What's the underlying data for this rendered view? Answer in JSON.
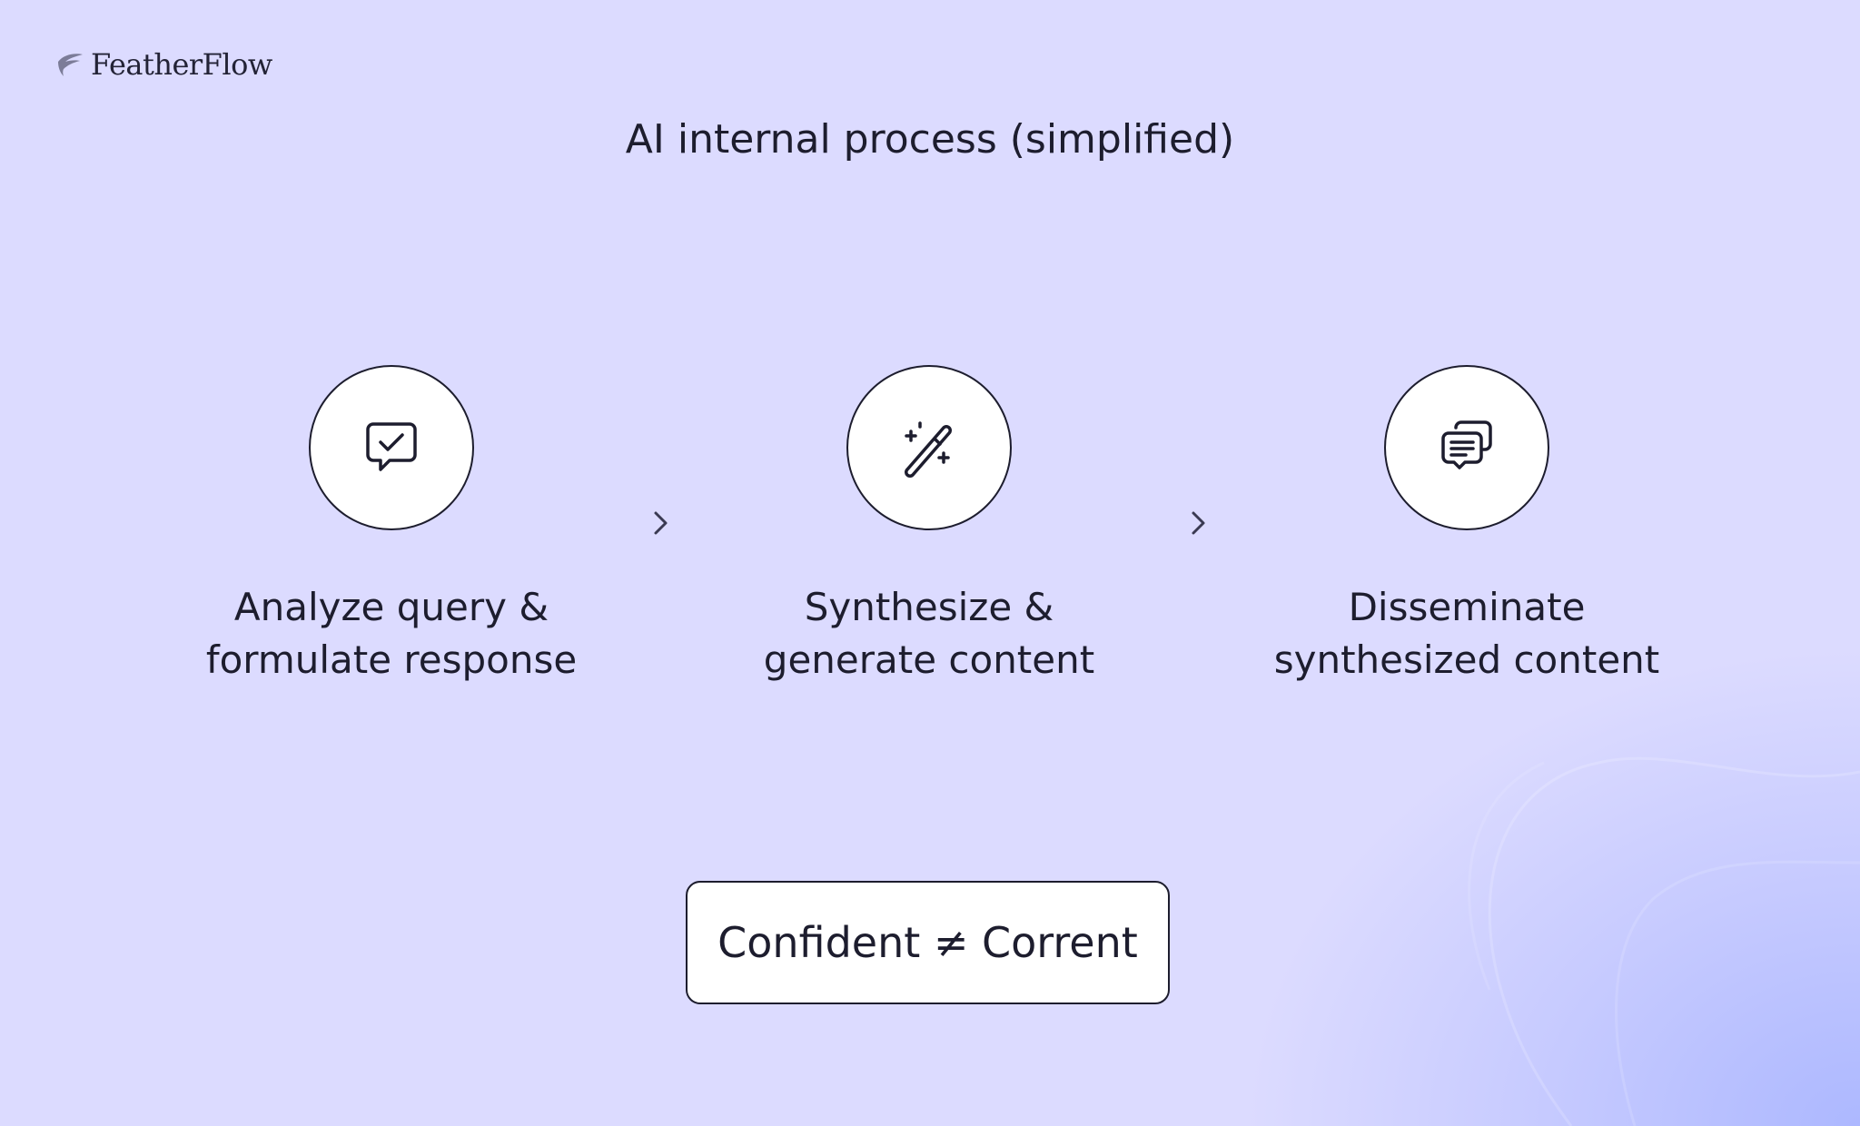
{
  "brand": {
    "name": "FeatherFlow",
    "logo_icon": "feather-icon",
    "color": "#232336"
  },
  "title": "AI internal process (simplified)",
  "steps": [
    {
      "icon": "chat-check-icon",
      "label_line1": "Analyze query &",
      "label_line2": "formulate response"
    },
    {
      "icon": "magic-wand-icon",
      "label_line1": "Synthesize &",
      "label_line2": "generate content"
    },
    {
      "icon": "chat-bubbles-icon",
      "label_line1": "Disseminate",
      "label_line2": "synthesized content"
    }
  ],
  "connector_icon": "chevron-right-icon",
  "callout": {
    "text": "Confident ≠ Corrent"
  },
  "colors": {
    "background": "#dcdbff",
    "background_accent": "#b8bfff",
    "ink": "#1d1d2e",
    "card": "#ffffff"
  }
}
